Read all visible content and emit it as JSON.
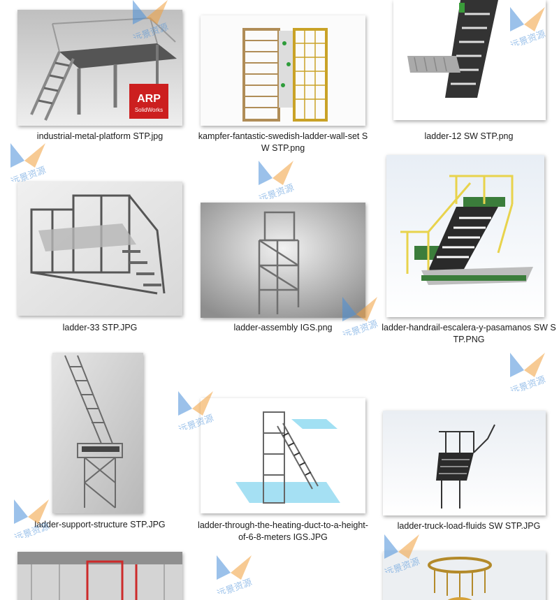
{
  "files": [
    {
      "name": "industrial-metal-platform STP.jpg"
    },
    {
      "name": "kampfer-fantastic-swedish-ladder-wall-set SW STP.png"
    },
    {
      "name": "ladder-12 SW STP.png"
    },
    {
      "name": "ladder-33 STP.JPG"
    },
    {
      "name": "ladder-assembly IGS.png"
    },
    {
      "name": "ladder-handrail-escalera-y-pasamanos SW STP.PNG"
    },
    {
      "name": "ladder-support-structure STP.JPG"
    },
    {
      "name": "ladder-through-the-heating-duct-to-a-height-of-6-8-meters IGS.JPG"
    },
    {
      "name": "ladder-truck-load-fluids SW STP.JPG"
    },
    {
      "name": ""
    },
    {
      "name": ""
    }
  ],
  "badge": {
    "brand": "ARP",
    "sub": "SolidWorks"
  },
  "watermark": {
    "text": "远景资源"
  },
  "colors": {
    "watermark_blue": "#4a90d9",
    "watermark_orange": "#f2a03c",
    "badge_red": "#cc1f1f"
  }
}
